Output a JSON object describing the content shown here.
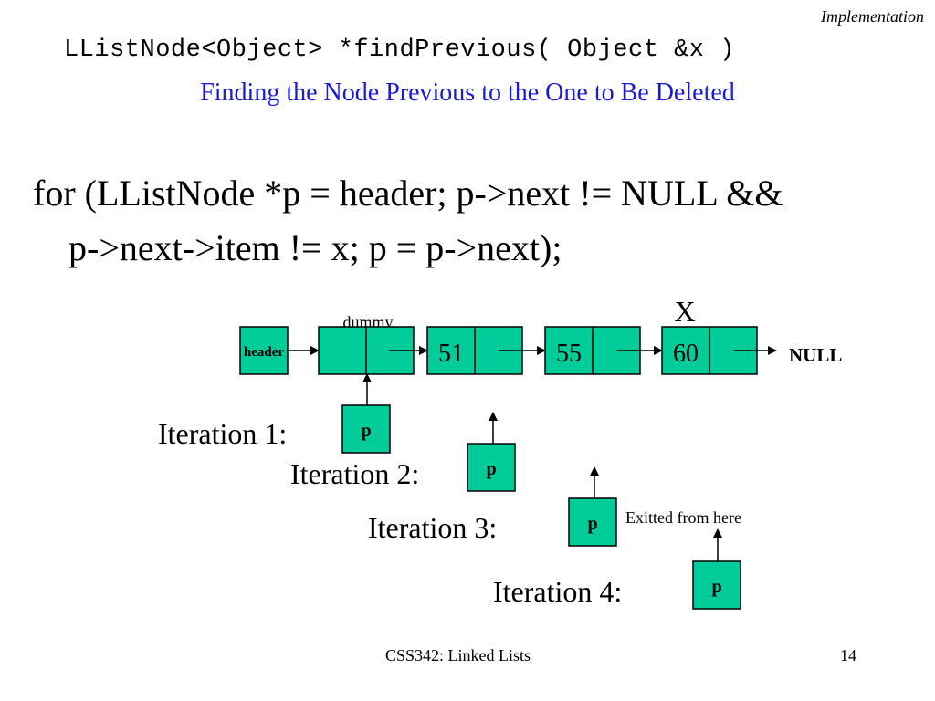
{
  "slide": {
    "section_label": "Implementation",
    "code_title": "LListNode<Object> *findPrevious( Object &x )",
    "subtitle": "Finding the Node Previous to the One to Be Deleted",
    "code_line_1": "for (LListNode *p = header; p->next != NULL &&",
    "code_line_2": "p->next->item != x; p = p->next);",
    "footer_course": "CSS342: Linked Lists",
    "footer_page": "14"
  },
  "diagram": {
    "node_fill": "#00cc99",
    "header_label": "header",
    "dummy_label": "dummy",
    "target_label": "X",
    "null_label": "NULL",
    "nodes": [
      "",
      "51",
      "55",
      "60"
    ],
    "pointer_label": "p",
    "iterations": [
      "Iteration 1:",
      "Iteration 2:",
      "Iteration 3:",
      "Iteration 4:"
    ],
    "exit_note": "Exitted from here"
  }
}
